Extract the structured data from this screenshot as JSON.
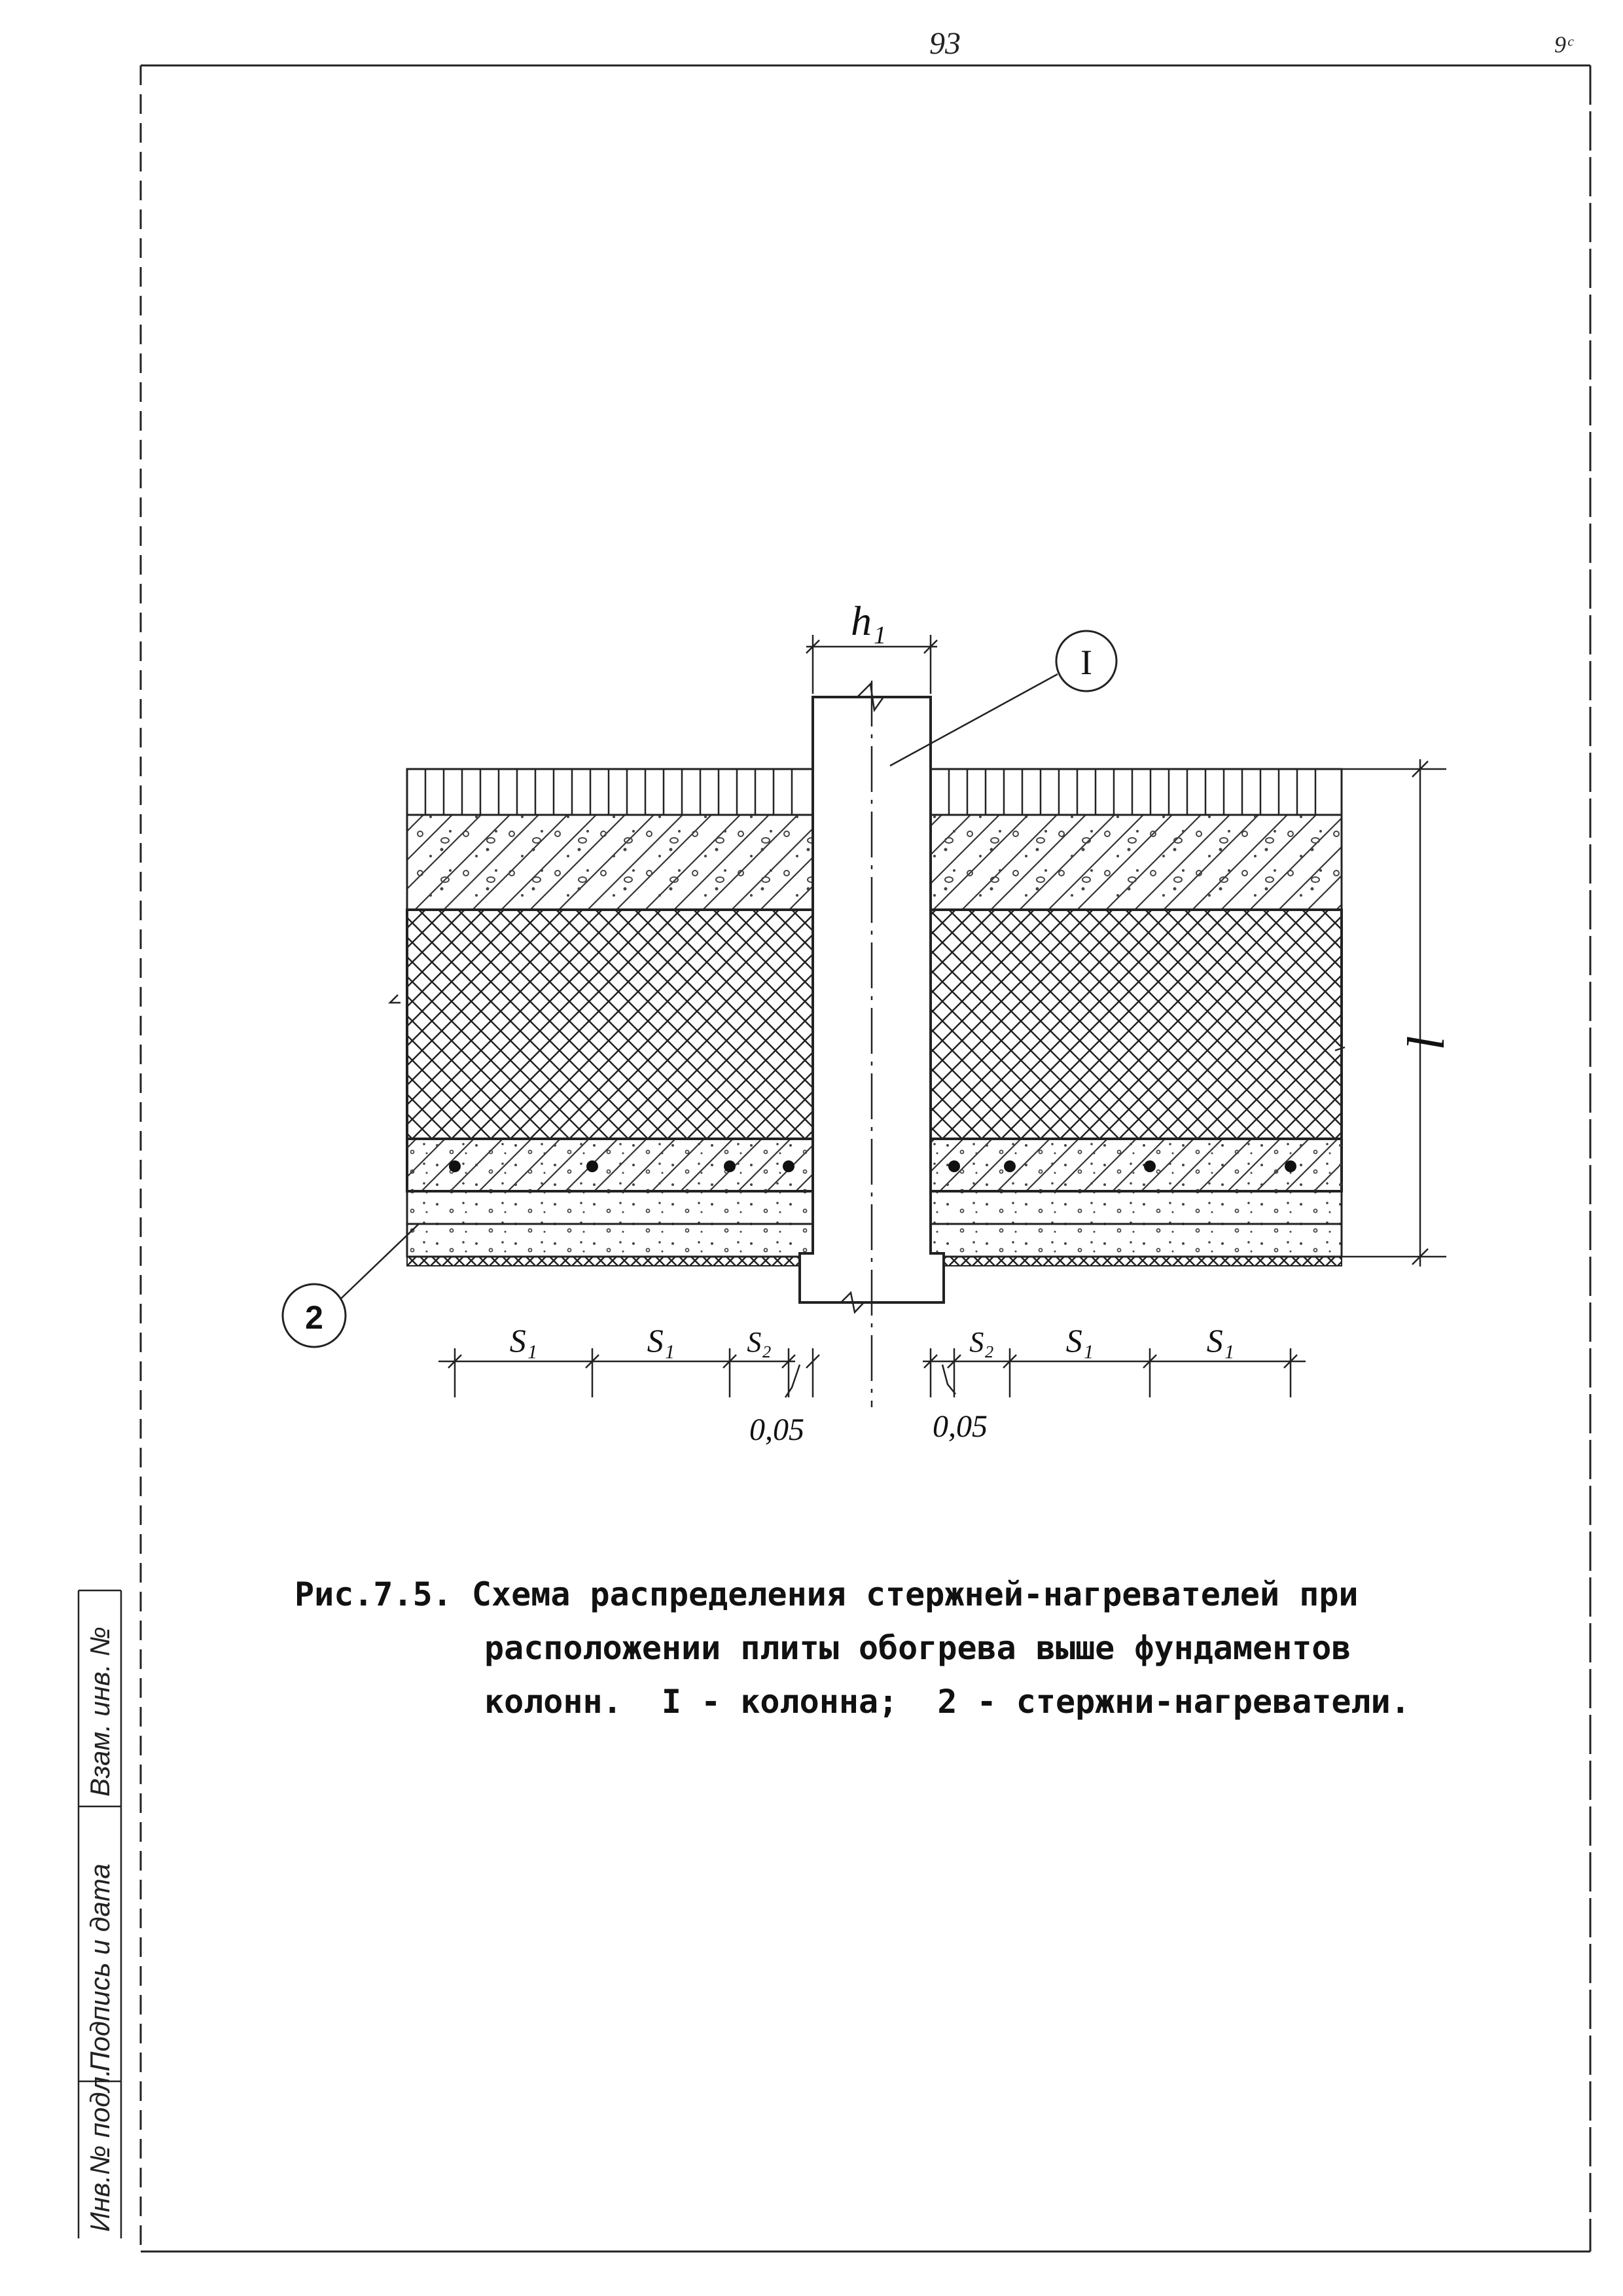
{
  "page_number": "93",
  "corner_mark": "9ᶜ",
  "diagram": {
    "column_label": "I",
    "heater_label": "2",
    "dim_column_width": "h₁",
    "dim_height": "l",
    "spacing_labels": [
      "S₁",
      "S₁",
      "S₂",
      "S₂",
      "S₁",
      "S₁"
    ],
    "gap_left": "0,05",
    "gap_right": "0,05"
  },
  "caption": {
    "line1": "Рис.7.5. Схема распределения стержней-нагревателей при",
    "line2": "расположении плиты обогрева выше фундаментов",
    "line3": "колонн.  I - колонна;  2 - стержни-нагреватели."
  },
  "side_stamp": {
    "inv_podl": "Инв.№ подл.",
    "sign_date": "Подпись и дата",
    "vzam_inv": "Взам. инв. №"
  }
}
